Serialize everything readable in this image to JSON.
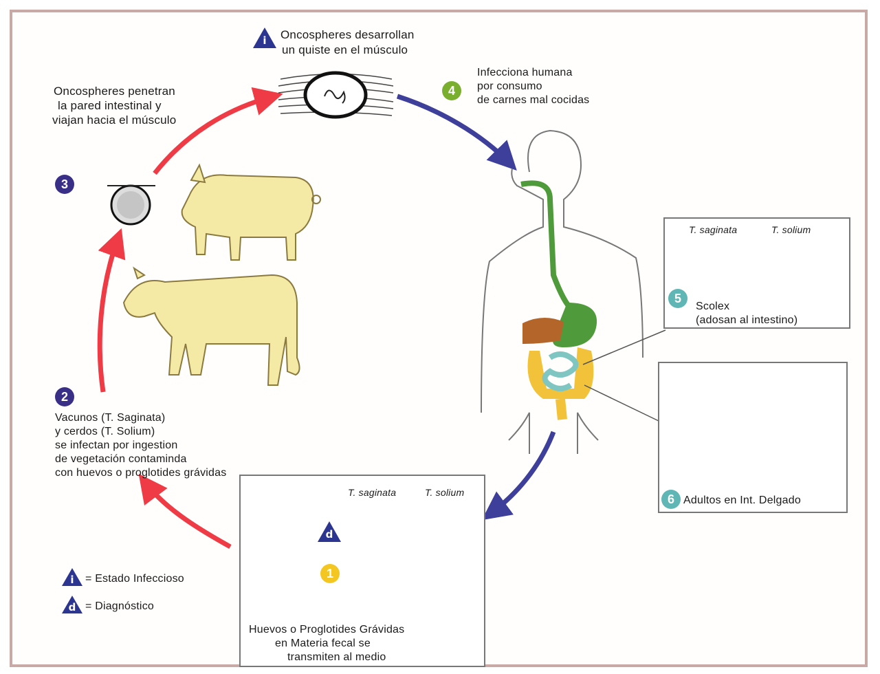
{
  "colors": {
    "red_arrow": "#ef3b45",
    "blue_arrow": "#3d3f9a",
    "animal": "#f4eaa6",
    "stomach_green": "#4f9a3a",
    "intestine_yellow": "#f2c33a",
    "liver": "#b4652a",
    "small_intestine": "#7fc6c2",
    "badge_purple": "#3a2f86",
    "badge_green": "#7aae2f",
    "badge_yellow": "#f4c622",
    "badge_teal": "#5fb6b4",
    "triangle_blue": "#2c3690"
  },
  "icons": {
    "infectious": "info-triangle-icon",
    "diagnostic": "diagnostic-triangle-icon"
  },
  "steps": {
    "step1": {
      "number": "1"
    },
    "step2": {
      "number": "2",
      "lines": [
        "Vacunos (T. Saginata)",
        "y cerdos (T. Solium)",
        "se infectan por ingestion",
        "de vegetación contaminda",
        "con huevos o proglotides grávidas"
      ]
    },
    "step3": {
      "number": "3",
      "lines": [
        "Oncospheres penetran",
        "la pared intestinal y",
        "viajan hacia el músculo"
      ]
    },
    "step4": {
      "number": "4",
      "lines": [
        "Infecciona humana",
        "por consumo",
        "de carnes mal cocidas"
      ]
    },
    "step5": {
      "number": "5",
      "lines": [
        "Scolex",
        "(adosan al intestino)"
      ],
      "species": [
        "T. saginata",
        "T. solium"
      ]
    },
    "step6": {
      "number": "6",
      "label": "Adultos en Int. Delgado"
    }
  },
  "top": {
    "infectious_symbol": "i",
    "lines": [
      "Oncospheres desarrollan",
      "un quiste en el músculo"
    ]
  },
  "bottom_box": {
    "diagnostic_symbol": "d",
    "species": [
      "T. saginata",
      "T. solium"
    ],
    "lines": [
      "Huevos o Proglotides Grávidas",
      "en Materia fecal se",
      "transmiten al medio"
    ]
  },
  "legend": {
    "infectious": {
      "symbol": "i",
      "label": "= Estado Infeccioso"
    },
    "diagnostic": {
      "symbol": "d",
      "label": "= Diagnóstico"
    }
  }
}
